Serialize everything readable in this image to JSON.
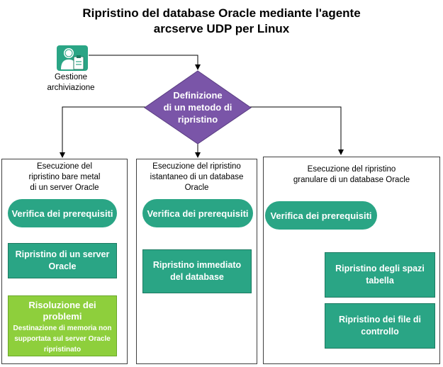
{
  "title": {
    "line1": "Ripristino del database Oracle mediante l'agente",
    "line2": "arcserve UDP per Linux"
  },
  "actor": {
    "icon": "user-clipboard-icon",
    "label_line1": "Gestione",
    "label_line2": "archiviazione"
  },
  "decision": {
    "line1": "Definizione",
    "line2": "di un metodo di",
    "line3": "ripristino"
  },
  "panels": [
    {
      "header": [
        "Esecuzione del",
        "ripristino bare metal",
        "di un server Oracle"
      ],
      "prereq": "Verifica dei prerequisiti",
      "step1": [
        "Ripristino di un server",
        "Oracle"
      ],
      "step2_title": [
        "Risoluzione dei",
        "problemi"
      ],
      "step2_detail": [
        "Destinazione di memoria non",
        "supportata sul server Oracle",
        "ripristinato"
      ]
    },
    {
      "header": [
        "Esecuzione del ripristino",
        "istantaneo di un database",
        "Oracle"
      ],
      "prereq": "Verifica dei prerequisiti",
      "step1": [
        "Ripristino immediato",
        "del database"
      ]
    },
    {
      "header": [
        "Esecuzione del ripristino",
        "granulare di un database Oracle"
      ],
      "prereq": "Verifica dei prerequisiti",
      "step1": [
        "Ripristino degli spazi",
        "tabella"
      ],
      "step2": [
        "Ripristino dei file di",
        "controllo"
      ]
    }
  ],
  "colors": {
    "teal": "#2aa585",
    "diamond": "#7a55a8",
    "green": "#8ecf3c",
    "line": "#000000"
  }
}
